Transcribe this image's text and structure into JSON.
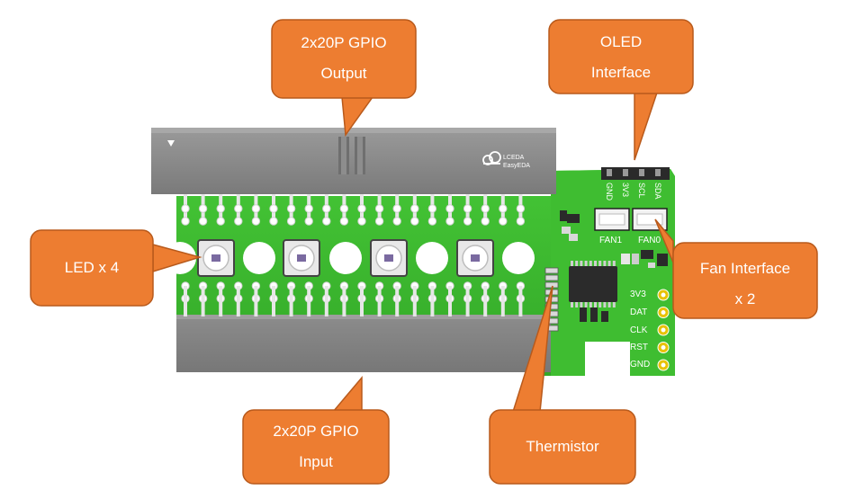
{
  "callouts": {
    "gpio_output": {
      "line1": "2x20P GPIO",
      "line2": "Output"
    },
    "oled": {
      "line1": "OLED",
      "line2": "Interface"
    },
    "led": {
      "text": "LED x 4"
    },
    "fan": {
      "line1": "Fan Interface",
      "line2": "x 2"
    },
    "gpio_input": {
      "line1": "2x20P GPIO",
      "line2": "Input"
    },
    "thermistor": {
      "text": "Thermistor"
    }
  },
  "board": {
    "logo_line1": "LCEDA",
    "logo_line2": "EasyEDA",
    "oled_pins": [
      "GND",
      "3V3",
      "SCL",
      "SDA"
    ],
    "fan_labels": [
      "FAN1",
      "FAN0"
    ],
    "side_pins": [
      "3V3",
      "DAT",
      "CLK",
      "RST",
      "GND"
    ]
  },
  "colors": {
    "callout": "#ED7D31",
    "callout_border": "#B85A1C",
    "pcb": "#3DBB2F",
    "header": "#8A8A8A"
  }
}
